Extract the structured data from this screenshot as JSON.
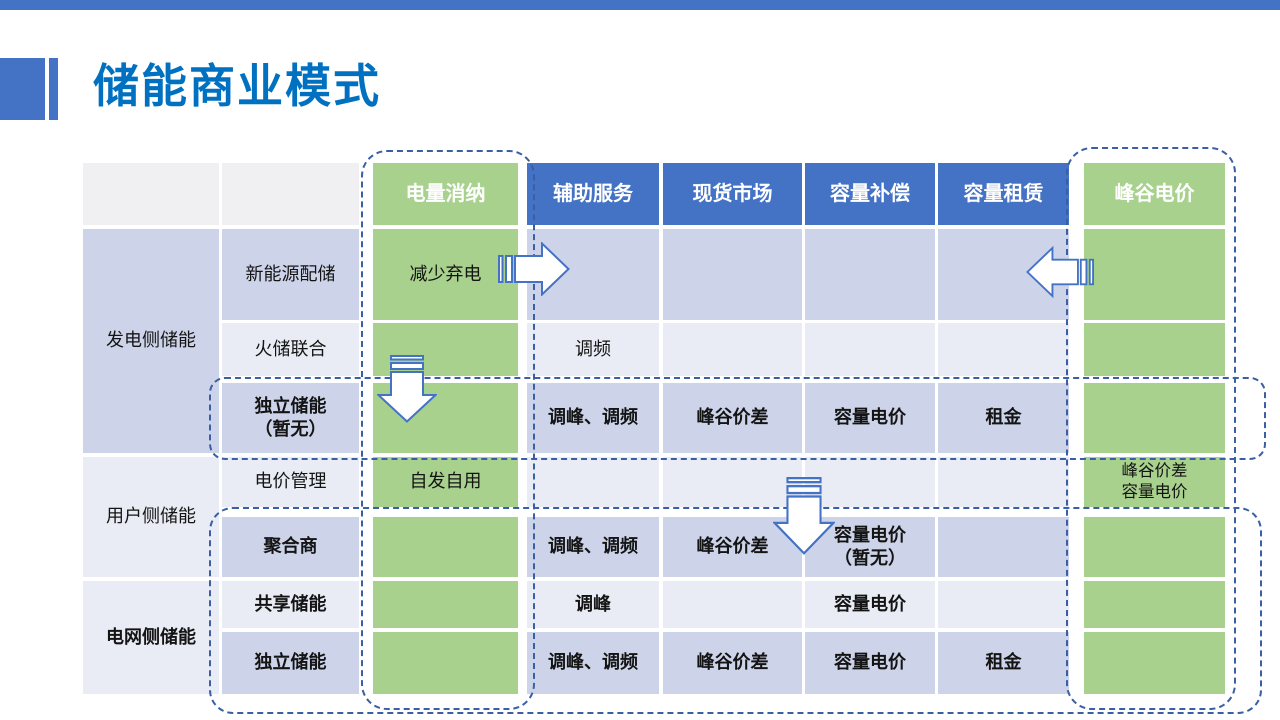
{
  "slide": {
    "title": "储能商业模式"
  },
  "colors": {
    "accent_blue": "#4472C4",
    "header_blue": "#4472C4",
    "title_blue": "#0070C0",
    "green": "#A9D18E",
    "band_dark": "#CDD4E9",
    "band_light": "#E9ECF5",
    "band_gray": "#F0F0F2",
    "dash_blue": "#3A5FA5",
    "arrow_stroke": "#4472C4",
    "arrow_fill": "#FFFFFF"
  },
  "icons": {
    "arrows": [
      "striped-right-arrow-icon",
      "striped-left-arrow-icon",
      "striped-down-arrow-icon",
      "striped-down-arrow-icon"
    ]
  },
  "table": {
    "column_headers": [
      "电量消纳",
      "辅助服务",
      "现货市场",
      "容量补偿",
      "容量租赁",
      "峰谷电价"
    ],
    "row_groups": [
      "发电侧储能",
      "用户侧储能",
      "电网侧储能"
    ],
    "row_labels": [
      "新能源配储",
      "火储联合",
      "独立储能（暂无）",
      "电价管理",
      "聚合商",
      "共享储能",
      "独立储能"
    ],
    "cells": [
      {
        "row": 0,
        "col": 1,
        "style": "hgray",
        "text": "",
        "name": "header-corner-group"
      },
      {
        "row": 0,
        "col": 2,
        "style": "hgray",
        "text": "",
        "name": "header-corner-label"
      },
      {
        "row": 0,
        "col": 3,
        "style": "hgreen",
        "text": "电量消纳",
        "name": "header-power-consumption"
      },
      {
        "row": 0,
        "col": 4,
        "style": "hblue",
        "text": "辅助服务",
        "name": "header-ancillary-services"
      },
      {
        "row": 0,
        "col": 5,
        "style": "hblue",
        "text": "现货市场",
        "name": "header-spot-market"
      },
      {
        "row": 0,
        "col": 6,
        "style": "hblue",
        "text": "容量补偿",
        "name": "header-capacity-compensation"
      },
      {
        "row": 0,
        "col": 7,
        "style": "hblue",
        "text": "容量租赁",
        "name": "header-capacity-leasing"
      },
      {
        "row": 0,
        "col": 8,
        "style": "hgreen",
        "text": "峰谷电价",
        "name": "header-peak-valley-price"
      },
      {
        "row": 1,
        "col": 1,
        "rowspan": 3,
        "style": "dark",
        "text": "发电侧储能",
        "name": "group-generation-side"
      },
      {
        "row": 4,
        "col": 1,
        "rowspan": 2,
        "style": "light",
        "text": "用户侧储能",
        "name": "group-user-side"
      },
      {
        "row": 6,
        "col": 1,
        "rowspan": 2,
        "style": "light",
        "bold": true,
        "text": "电网侧储能",
        "name": "group-grid-side"
      },
      {
        "row": 1,
        "col": 2,
        "style": "dark",
        "text": "新能源配储",
        "name": "rowlabel-new-energy-paired-storage"
      },
      {
        "row": 2,
        "col": 2,
        "style": "light",
        "text": "火储联合",
        "name": "rowlabel-thermal-storage-combined"
      },
      {
        "row": 3,
        "col": 2,
        "style": "dark",
        "bold": true,
        "text": "独立储能\n（暂无）",
        "name": "rowlabel-independent-storage-none"
      },
      {
        "row": 4,
        "col": 2,
        "style": "light",
        "text": "电价管理",
        "name": "rowlabel-price-management"
      },
      {
        "row": 5,
        "col": 2,
        "style": "dark",
        "bold": true,
        "text": "聚合商",
        "name": "rowlabel-aggregator"
      },
      {
        "row": 6,
        "col": 2,
        "style": "light",
        "bold": true,
        "text": "共享储能",
        "name": "rowlabel-shared-storage"
      },
      {
        "row": 7,
        "col": 2,
        "style": "dark",
        "bold": true,
        "text": "独立储能",
        "name": "rowlabel-independent-storage"
      },
      {
        "row": 1,
        "col": 3,
        "style": "green",
        "text": "减少弃电",
        "name": "cell-reduce-curtailment"
      },
      {
        "row": 2,
        "col": 3,
        "style": "green",
        "text": "",
        "name": "table-cell"
      },
      {
        "row": 3,
        "col": 3,
        "style": "green",
        "text": "",
        "name": "table-cell"
      },
      {
        "row": 4,
        "col": 3,
        "style": "green",
        "text": "自发自用",
        "name": "cell-self-generation-self-use"
      },
      {
        "row": 5,
        "col": 3,
        "style": "green",
        "text": "",
        "name": "table-cell"
      },
      {
        "row": 6,
        "col": 3,
        "style": "green",
        "text": "",
        "name": "table-cell"
      },
      {
        "row": 7,
        "col": 3,
        "style": "green",
        "text": "",
        "name": "table-cell"
      },
      {
        "row": 1,
        "col": 4,
        "style": "dark",
        "text": "",
        "name": "table-cell"
      },
      {
        "row": 2,
        "col": 4,
        "style": "light",
        "text": "调频",
        "name": "cell-frequency-regulation"
      },
      {
        "row": 3,
        "col": 4,
        "style": "dark",
        "bold": true,
        "text": "调峰、调频",
        "name": "cell-peak-freq-regulation"
      },
      {
        "row": 4,
        "col": 4,
        "style": "light",
        "text": "",
        "name": "table-cell"
      },
      {
        "row": 5,
        "col": 4,
        "style": "dark",
        "bold": true,
        "text": "调峰、调频",
        "name": "cell-peak-freq-regulation"
      },
      {
        "row": 6,
        "col": 4,
        "style": "light",
        "bold": true,
        "text": "调峰",
        "name": "cell-peak-regulation"
      },
      {
        "row": 7,
        "col": 4,
        "style": "dark",
        "bold": true,
        "text": "调峰、调频",
        "name": "cell-peak-freq-regulation"
      },
      {
        "row": 1,
        "col": 5,
        "style": "dark",
        "text": "",
        "name": "table-cell"
      },
      {
        "row": 2,
        "col": 5,
        "style": "light",
        "text": "",
        "name": "table-cell"
      },
      {
        "row": 3,
        "col": 5,
        "style": "dark",
        "bold": true,
        "text": "峰谷价差",
        "name": "cell-peak-valley-spread"
      },
      {
        "row": 4,
        "col": 5,
        "style": "light",
        "text": "",
        "name": "table-cell"
      },
      {
        "row": 5,
        "col": 5,
        "style": "dark",
        "bold": true,
        "text": "峰谷价差",
        "name": "cell-peak-valley-spread"
      },
      {
        "row": 6,
        "col": 5,
        "style": "light",
        "text": "",
        "name": "table-cell"
      },
      {
        "row": 7,
        "col": 5,
        "style": "dark",
        "bold": true,
        "text": "峰谷价差",
        "name": "cell-peak-valley-spread"
      },
      {
        "row": 1,
        "col": 6,
        "style": "dark",
        "text": "",
        "name": "table-cell"
      },
      {
        "row": 2,
        "col": 6,
        "style": "light",
        "text": "",
        "name": "table-cell"
      },
      {
        "row": 3,
        "col": 6,
        "style": "dark",
        "bold": true,
        "text": "容量电价",
        "name": "cell-capacity-price"
      },
      {
        "row": 4,
        "col": 6,
        "style": "light",
        "text": "",
        "name": "table-cell"
      },
      {
        "row": 5,
        "col": 6,
        "style": "dark",
        "bold": true,
        "text": "容量电价\n（暂无）",
        "name": "cell-capacity-price-none"
      },
      {
        "row": 6,
        "col": 6,
        "style": "light",
        "bold": true,
        "text": "容量电价",
        "name": "cell-capacity-price"
      },
      {
        "row": 7,
        "col": 6,
        "style": "dark",
        "bold": true,
        "text": "容量电价",
        "name": "cell-capacity-price"
      },
      {
        "row": 1,
        "col": 7,
        "style": "dark",
        "text": "",
        "name": "table-cell"
      },
      {
        "row": 2,
        "col": 7,
        "style": "light",
        "text": "",
        "name": "table-cell"
      },
      {
        "row": 3,
        "col": 7,
        "style": "dark",
        "bold": true,
        "text": "租金",
        "name": "cell-rent"
      },
      {
        "row": 4,
        "col": 7,
        "style": "light",
        "text": "",
        "name": "table-cell"
      },
      {
        "row": 5,
        "col": 7,
        "style": "dark",
        "text": "",
        "name": "table-cell"
      },
      {
        "row": 6,
        "col": 7,
        "style": "light",
        "text": "",
        "name": "table-cell"
      },
      {
        "row": 7,
        "col": 7,
        "style": "dark",
        "bold": true,
        "text": "租金",
        "name": "cell-rent"
      },
      {
        "row": 1,
        "col": 8,
        "style": "green",
        "text": "",
        "name": "table-cell"
      },
      {
        "row": 2,
        "col": 8,
        "style": "green",
        "text": "",
        "name": "table-cell"
      },
      {
        "row": 3,
        "col": 8,
        "style": "green",
        "text": "",
        "name": "table-cell"
      },
      {
        "row": 4,
        "col": 8,
        "style": "green",
        "small": true,
        "text": "峰谷价差\n容量电价",
        "name": "cell-pv-spread-capacity-price"
      },
      {
        "row": 5,
        "col": 8,
        "style": "green",
        "text": "",
        "name": "table-cell"
      },
      {
        "row": 6,
        "col": 8,
        "style": "green",
        "text": "",
        "name": "table-cell"
      },
      {
        "row": 7,
        "col": 8,
        "style": "green",
        "text": "",
        "name": "table-cell"
      }
    ]
  }
}
